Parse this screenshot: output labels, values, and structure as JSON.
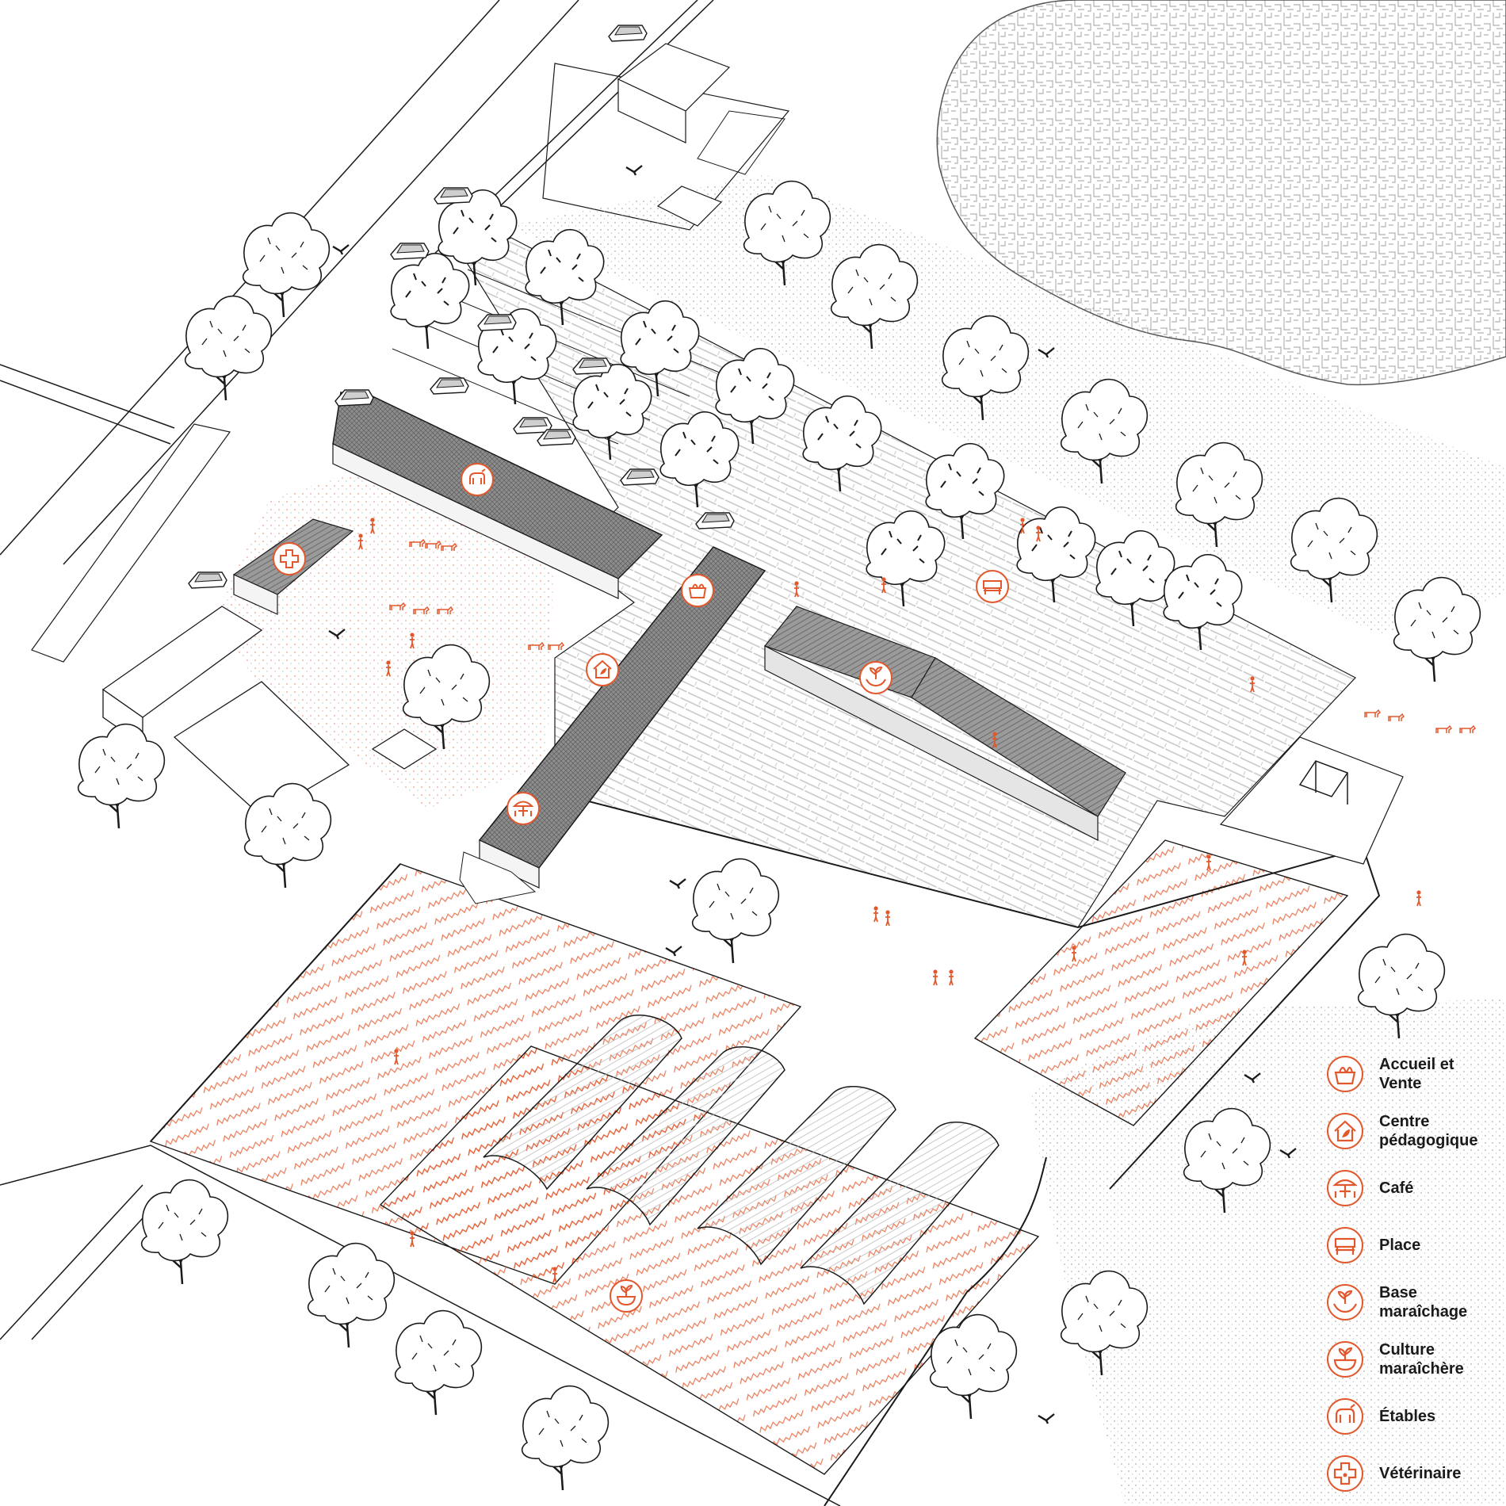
{
  "palette": {
    "accent": "#e2582c",
    "ink": "#1a1a1a",
    "roof": "#6e6e6e",
    "paving": "#d9d9d9",
    "water_texture": "#bdbdbd"
  },
  "legend": {
    "items": [
      {
        "icon": "shop-basket-icon",
        "label": "Accueil et\nVente"
      },
      {
        "icon": "house-leaf-icon",
        "label": "Centre\npédagogique"
      },
      {
        "icon": "cafe-table-icon",
        "label": "Café"
      },
      {
        "icon": "bench-icon",
        "label": "Place"
      },
      {
        "icon": "hands-sprout-icon",
        "label": "Base\nmaraîchage"
      },
      {
        "icon": "bowl-sprout-icon",
        "label": "Culture\nmaraîchère"
      },
      {
        "icon": "sheep-icon",
        "label": "Étables"
      },
      {
        "icon": "vet-cross-paw-icon",
        "label": "Vétérinaire"
      }
    ]
  }
}
